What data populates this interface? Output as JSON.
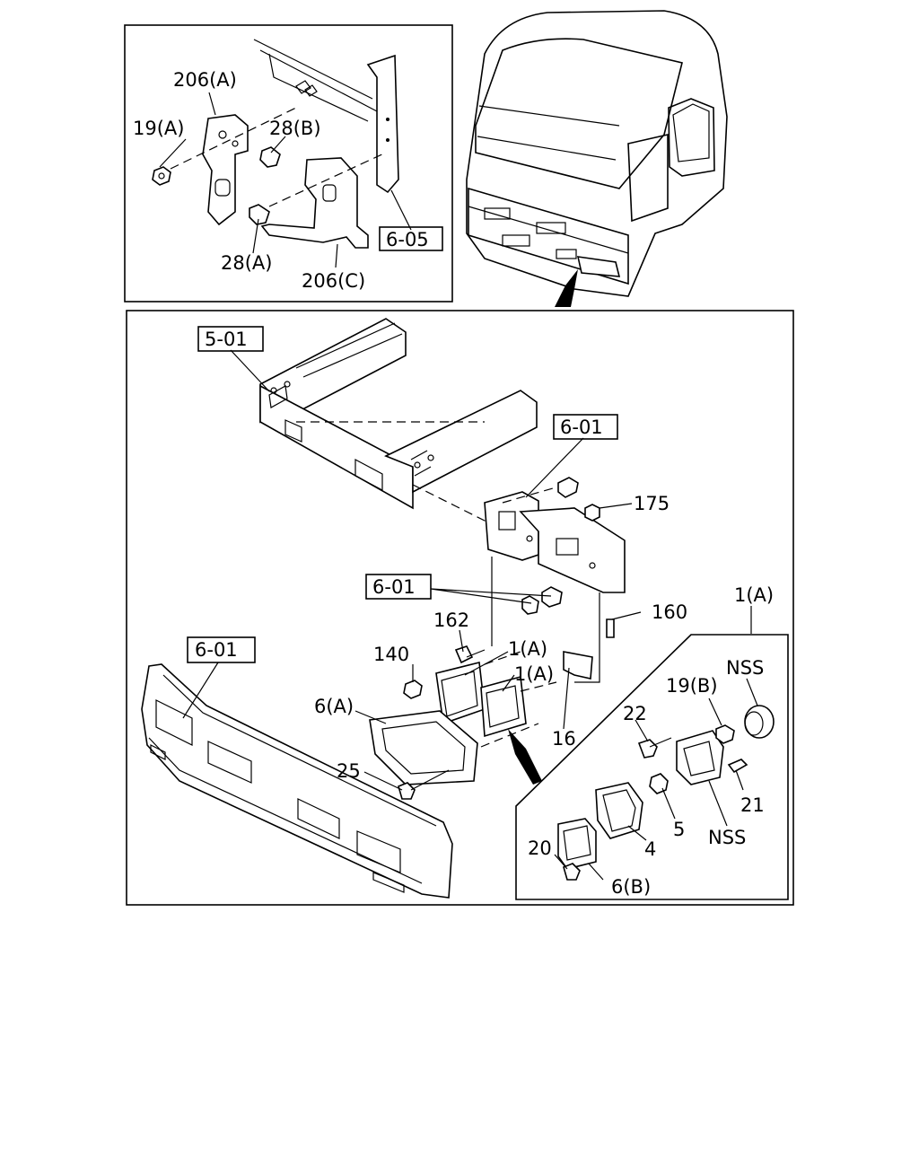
{
  "labels": {
    "inset_206A": "206(A)",
    "inset_19A": "19(A)",
    "inset_28B": "28(B)",
    "inset_28A": "28(A)",
    "inset_206C": "206(C)",
    "inset_ref_605": "6-05",
    "ref_501": "5-01",
    "ref_601_bracket": "6-01",
    "ref_601_bolts": "6-01",
    "ref_601_bumper": "6-01",
    "part_175": "175",
    "part_160": "160",
    "part_162": "162",
    "part_140": "140",
    "part_1A_top": "1(A)",
    "part_1A_upper": "1(A)",
    "part_1A_lower": "1(A)",
    "part_6A": "6(A)",
    "part_25": "25",
    "part_16": "16",
    "detail_22": "22",
    "detail_19B": "19(B)",
    "detail_NSS_top": "NSS",
    "detail_21": "21",
    "detail_5": "5",
    "detail_4": "4",
    "detail_NSS_bottom": "NSS",
    "detail_20": "20",
    "detail_6B": "6(B)"
  }
}
